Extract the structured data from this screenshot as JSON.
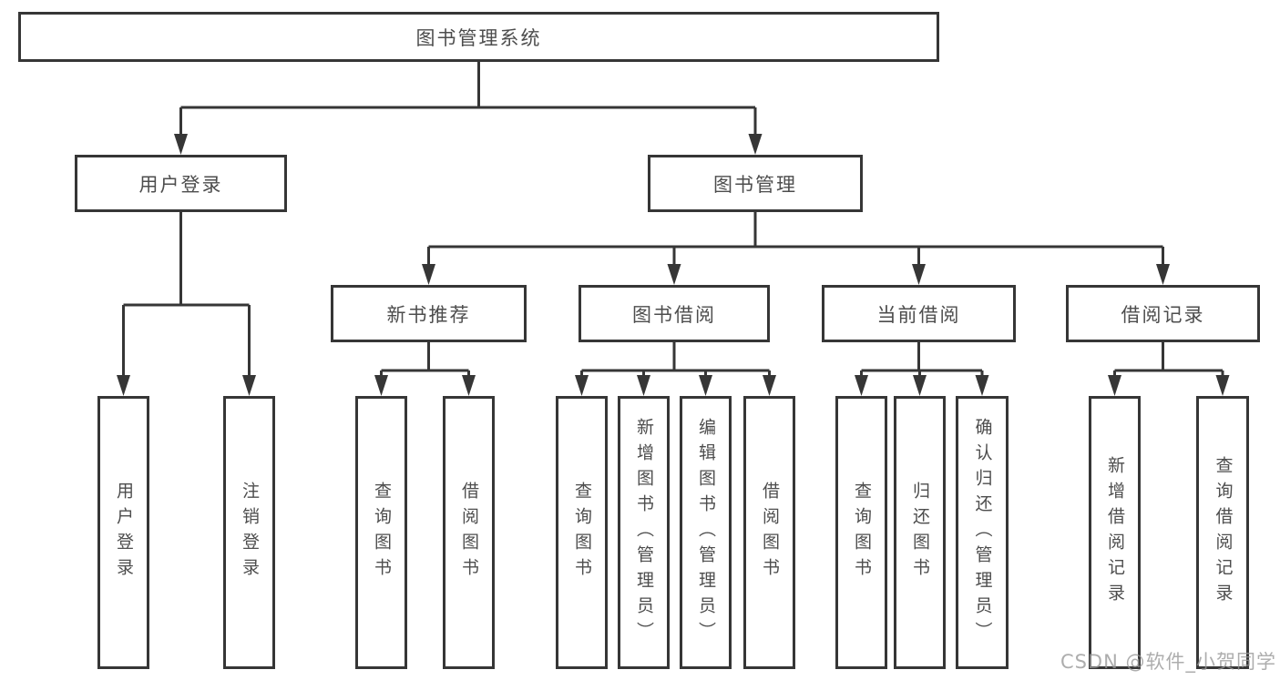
{
  "diagram": {
    "root": {
      "label": "图书管理系统"
    },
    "level2": [
      {
        "label": "用户登录"
      },
      {
        "label": "图书管理"
      }
    ],
    "user_leaves": [
      "用户登录",
      "注销登录"
    ],
    "groups": [
      {
        "label": "新书推荐",
        "leaves": [
          "查询图书",
          "借阅图书"
        ]
      },
      {
        "label": "图书借阅",
        "leaves": [
          "查询图书",
          "新增图书（管理员）",
          "编辑图书（管理员）",
          "借阅图书"
        ]
      },
      {
        "label": "当前借阅",
        "leaves": [
          "查询图书",
          "归还图书",
          "确认归还（管理员）"
        ]
      },
      {
        "label": "借阅记录",
        "leaves": [
          "新增借阅记录",
          "查询借阅记录"
        ]
      }
    ],
    "watermark": "CSDN @软件_小贺同学",
    "colors": {
      "line": "#363636",
      "box_border": "#363636",
      "text": "#4d4d4d",
      "watermark": "#969696",
      "background": "#ffffff"
    }
  }
}
